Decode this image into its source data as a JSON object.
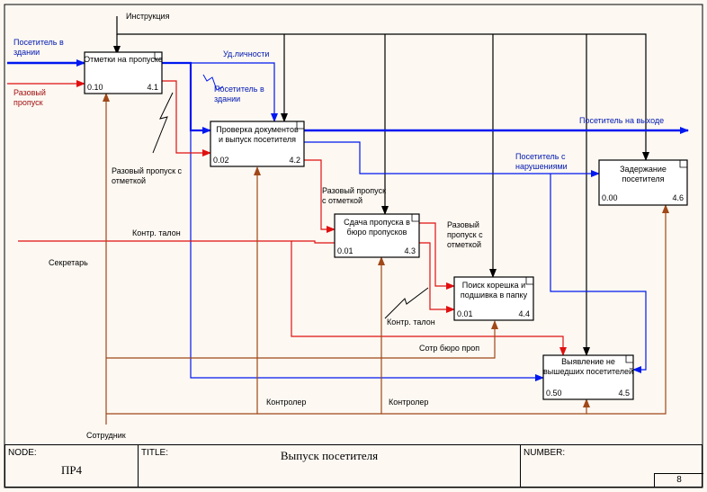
{
  "diagram": {
    "boxes": [
      {
        "id": "b1",
        "name": "Отметки на пропуске",
        "cost": "0.10",
        "num": "4.1"
      },
      {
        "id": "b2",
        "name": "Проверка документов и выпуск посетителя",
        "cost": "0.02",
        "num": "4.2"
      },
      {
        "id": "b3",
        "name": "Сдача пропуска в бюро пропусков",
        "cost": "0.01",
        "num": "4.3"
      },
      {
        "id": "b4",
        "name": "Поиск корешка и подшивка в папку",
        "cost": "0.01",
        "num": "4.4"
      },
      {
        "id": "b5",
        "name": "Выявление не вышедших посетителей",
        "cost": "0.50",
        "num": "4.5"
      },
      {
        "id": "b6",
        "name": "Задержание посетителя",
        "cost": "0.00",
        "num": "4.6"
      }
    ],
    "labels": {
      "instruction": "Инструкция",
      "visitor_in_building": "Посетитель в здании",
      "one_time_pass": "Разовый пропуск",
      "id_card": "Уд.личности",
      "visitor_in_building_2": "Посетитель в здании",
      "visitor_exit": "Посетитель на выходе",
      "pass_marked": "Разовый пропуск с отметкой",
      "pass_marked_2": "Разовый пропуск с отметкой",
      "pass_marked_3": "Разовый пропуск с отметкой",
      "visitor_violations": "Посетитель с нарушениями",
      "control_ticket": "Контр. талон",
      "control_ticket_2": "Контр. талон",
      "secretary": "Секретарь",
      "bureau_staff": "Сотр бюро проп",
      "controller": "Контролер",
      "controller_2": "Контролер",
      "employee": "Сотрудник"
    },
    "colors": {
      "blue": "#0018f0",
      "red": "#e01010",
      "brown": "#a04818",
      "black": "#000000",
      "label_blue": "#0018b0"
    }
  },
  "footer": {
    "node_label": "NODE:",
    "node_value": "ПР4",
    "title_label": "TITLE:",
    "title_value": "Выпуск посетителя",
    "number_label": "NUMBER:",
    "page": "8"
  }
}
